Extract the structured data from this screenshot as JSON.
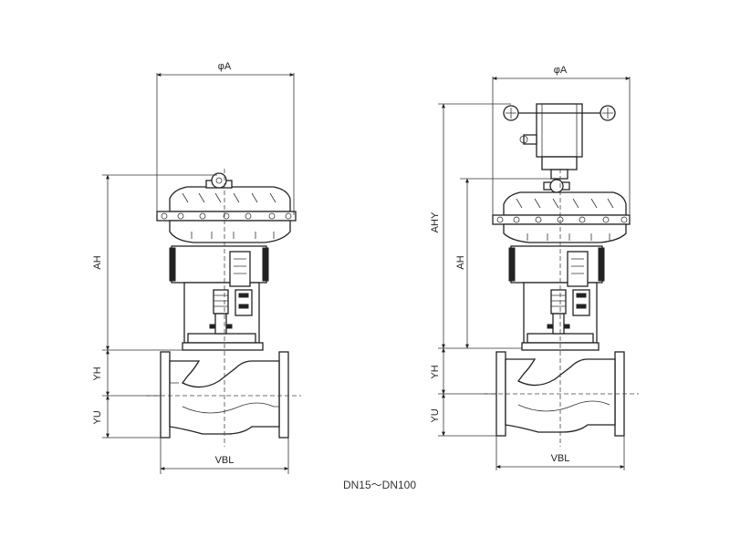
{
  "left_valve": {
    "dim_phi_a": "φA",
    "dim_ah": "AH",
    "dim_yh": "YH",
    "dim_yu": "YU",
    "dim_vbl": "VBL"
  },
  "right_valve": {
    "dim_phi_a": "φA",
    "dim_ahy": "AHY",
    "dim_ah": "AH",
    "dim_yh": "YH",
    "dim_yu": "YU",
    "dim_vbl": "VBL"
  },
  "caption": "DN15～DN100"
}
